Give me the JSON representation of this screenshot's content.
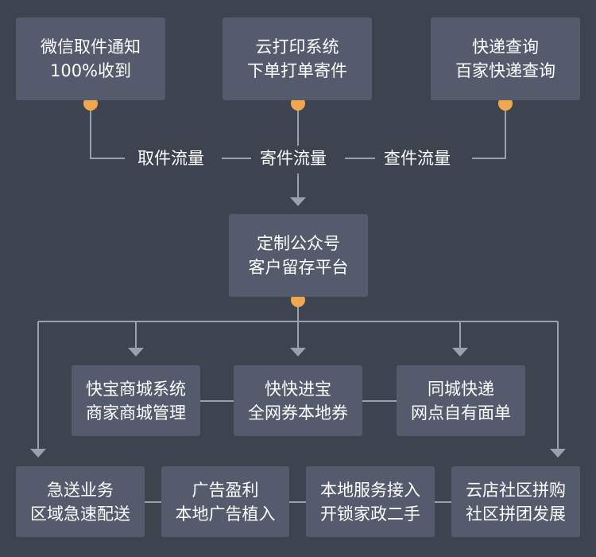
{
  "colors": {
    "background": "#3e4350",
    "box": "#545b6c",
    "line": "#9aa1ad",
    "dot": "#f0a850",
    "text": "#ffffff"
  },
  "top_boxes": [
    {
      "line1": "微信取件通知",
      "line2": "100%收到"
    },
    {
      "line1": "云打印系统",
      "line2": "下单打单寄件"
    },
    {
      "line1": "快递查询",
      "line2": "百家快递查询"
    }
  ],
  "flows": {
    "pickup": "取件流量",
    "send": "寄件流量",
    "query": "查件流量"
  },
  "center_box": {
    "line1": "定制公众号",
    "line2": "客户留存平台"
  },
  "middle_boxes": [
    {
      "line1": "快宝商城系统",
      "line2": "商家商城管理"
    },
    {
      "line1": "快快进宝",
      "line2": "全网券本地券"
    },
    {
      "line1": "同城快递",
      "line2": "网点自有面单"
    }
  ],
  "bottom_boxes": [
    {
      "line1": "急送业务",
      "line2": "区域急速配送"
    },
    {
      "line1": "广告盈利",
      "line2": "本地广告植入"
    },
    {
      "line1": "本地服务接入",
      "line2": "开锁家政二手"
    },
    {
      "line1": "云店社区拼购",
      "line2": "社区拼团发展"
    }
  ]
}
